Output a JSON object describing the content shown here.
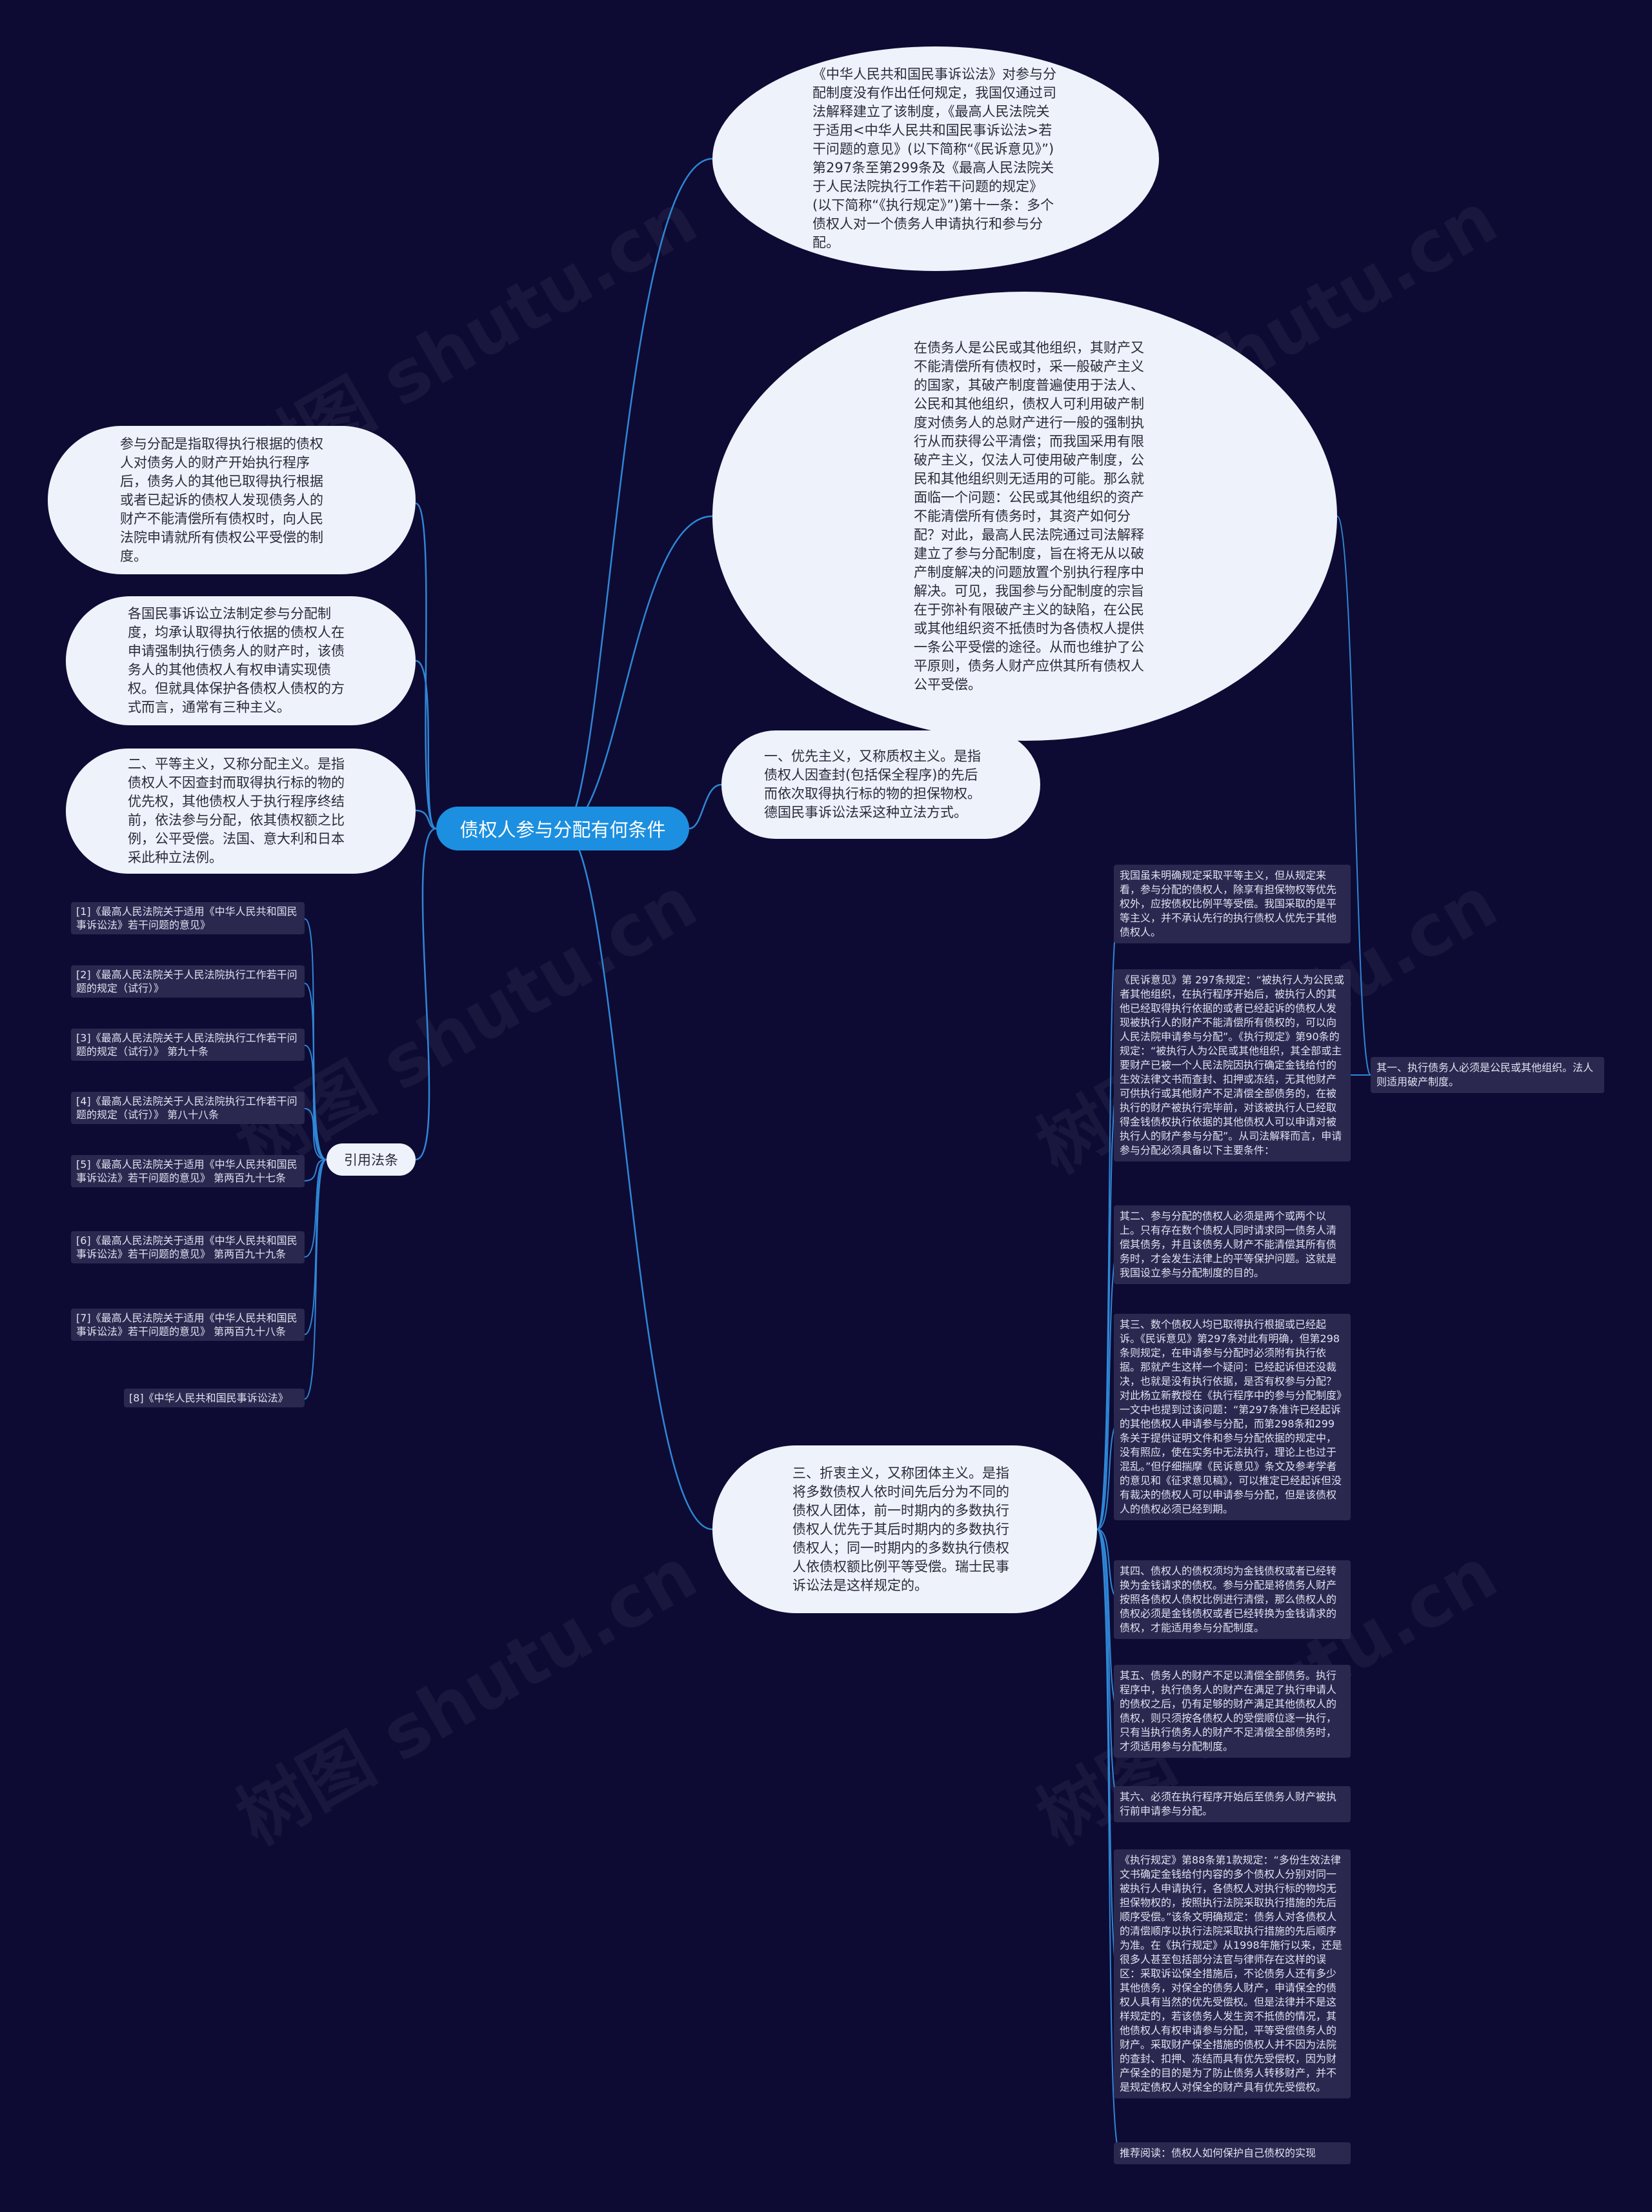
{
  "watermark_text": "树图 shutu.cn",
  "root": {
    "label": "债权人参与分配有何条件"
  },
  "right_top_bubble": {
    "text": "《中华人民共和国民事诉讼法》对参与分配制度没有作出任何规定，我国仅通过司法解释建立了该制度，《最高人民法院关于适用<中华人民共和国民事诉讼法>若干问题的意见》(以下简称“《民诉意见》”)第297条至第299条及《最高人民法院关于人民法院执行工作若干问题的规定》(以下简称“《执行规定》”)第十一条：多个债权人对一个债务人申请执行和参与分配。"
  },
  "right_big_bubble": {
    "text": "在债务人是公民或其他组织，其财产又不能清偿所有债权时，采一般破产主义的国家，其破产制度普遍使用于法人、公民和其他组织，债权人可利用破产制度对债务人的总财产进行一般的强制执行从而获得公平清偿；而我国采用有限破产主义，仅法人可使用破产制度，公民和其他组织则无适用的可能。那么就面临一个问题：公民或其他组织的资产不能清偿所有债务时，其资产如何分配？对此，最高人民法院通过司法解释建立了参与分配制度，旨在将无从以破产制度解决的问题放置个别执行程序中解决。可见，我国参与分配制度的宗旨在于弥补有限破产主义的缺陷，在公民或其他组织资不抵债时为各债权人提供一条公平受偿的途径。从而也维护了公平原则，债务人财产应供其所有债权人公平受偿。"
  },
  "right_first_bubble": {
    "text": "一、优先主义，又称质权主义。是指债权人因查封(包括保全程序)的先后而依次取得执行标的物的担保物权。德国民事诉讼法采这种立法方式。"
  },
  "right_third_bubble": {
    "text": "三、折衷主义，又称团体主义。是指将多数债权人依时间先后分为不同的债权人团体，前一时期内的多数执行债权人优先于其后时期内的多数执行债权人；同一时期内的多数执行债权人依债权额比例平等受偿。瑞士民事诉讼法是这样规定的。"
  },
  "left_bubbles": [
    {
      "text": "参与分配是指取得执行根据的债权人对债务人的财产开始执行程序后，债务人的其他已取得执行根据或者已起诉的债权人发现债务人的财产不能清偿所有债权时，向人民法院申请就所有债权公平受偿的制度。"
    },
    {
      "text": "各国民事诉讼立法制定参与分配制度，均承认取得执行依据的债权人在申请强制执行债务人的财产时，该债务人的其他债权人有权申请实现债权。但就具体保护各债权人债权的方式而言，通常有三种主义。"
    },
    {
      "text": "二、平等主义，又称分配主义。是指债权人不因查封而取得执行标的物的优先权，其他债权人于执行程序终结前，依法参与分配，依其债权额之比例，公平受偿。法国、意大利和日本采此种立法例。"
    }
  ],
  "reference": {
    "label": "引用法条",
    "items": [
      "[1]《最高人民法院关于适用《中华人民共和国民事诉讼法》若干问题的意见》",
      "[2]《最高人民法院关于人民法院执行工作若干问题的规定（试行）》",
      "[3]《最高人民法院关于人民法院执行工作若干问题的规定（试行）》 第九十条",
      "[4]《最高人民法院关于人民法院执行工作若干问题的规定（试行）》 第八十八条",
      "[5]《最高人民法院关于适用《中华人民共和国民事诉讼法》若干问题的意见》 第两百九十七条",
      "[6]《最高人民法院关于适用《中华人民共和国民事诉讼法》若干问题的意见》 第两百九十九条",
      "[7]《最高人民法院关于适用《中华人民共和国民事诉讼法》若干问题的意见》 第两百九十八条",
      "[8]《中华人民共和国民事诉讼法》"
    ]
  },
  "notes": [
    "我国虽未明确规定采取平等主义，但从规定来看，参与分配的债权人，除享有担保物权等优先权外，应按债权比例平等受偿。我国采取的是平等主义，并不承认先行的执行债权人优先于其他债权人。",
    "《民诉意见》第 297条规定：“被执行人为公民或者其他组织，在执行程序开始后，被执行人的其他已经取得执行依据的或者已经起诉的债权人发现被执行人的财产不能清偿所有债权的，可以向人民法院申请参与分配”。《执行规定》第90条的规定：“被执行人为公民或其他组织，其全部或主要财产已被一个人民法院因执行确定金钱给付的生效法律文书而查封、扣押或冻结，无其他财产可供执行或其他财产不足清偿全部债务的，在被执行的财产被执行完毕前，对该被执行人已经取得金钱债权执行依据的其他债权人可以申请对被执行人的财产参与分配”。从司法解释而言，申请参与分配必须具备以下主要条件：",
    "其二、参与分配的债权人必须是两个或两个以上。只有存在数个债权人同时请求同一债务人清偿其债务，并且该债务人财产不能清偿其所有债务时，才会发生法律上的平等保护问题。这就是我国设立参与分配制度的目的。",
    "其三、数个债权人均已取得执行根据或已经起诉。《民诉意见》第297条对此有明确，但第298条则规定，在申请参与分配时必须附有执行依据。那就产生这样一个疑问：已经起诉但还没裁决，也就是没有执行依据，是否有权参与分配？对此杨立新教授在《执行程序中的参与分配制度》一文中也提到过该问题：“第297条准许已经起诉的其他债权人申请参与分配，而第298条和299条关于提供证明文件和参与分配依据的规定中，没有照应，使在实务中无法执行，理论上也过于混乱。”但仔细揣摩《民诉意见》条文及参考学者的意见和《征求意见稿》，可以推定已经起诉但没有裁决的债权人可以申请参与分配，但是该债权人的债权必须已经到期。",
    "其四、债权人的债权须均为金钱债权或者已经转换为金钱请求的债权。参与分配是将债务人财产按照各债权人债权比例进行清偿，那么债权人的债权必须是金钱债权或者已经转换为金钱请求的债权，才能适用参与分配制度。",
    "其五、债务人的财产不足以清偿全部债务。执行程序中，执行债务人的财产在满足了执行申请人的债权之后，仍有足够的财产满足其他债权人的债权，则只须按各债权人的受偿顺位逐一执行，只有当执行债务人的财产不足清偿全部债务时，才须适用参与分配制度。",
    "其六、必须在执行程序开始后至债务人财产被执行前申请参与分配。",
    "《执行规定》第88条第1款规定：“多份生效法律文书确定金钱给付内容的多个债权人分别对同一被执行人申请执行，各债权人对执行标的物均无担保物权的，按照执行法院采取执行措施的先后顺序受偿。”该条文明确规定：债务人对各债权人的清偿顺序以执行法院采取执行措施的先后顺序为准。在《执行规定》从1998年施行以来，还是很多人甚至包括部分法官与律师存在这样的误区：采取诉讼保全措施后，不论债务人还有多少其他债务，对保全的债务人财产，申请保全的债权人具有当然的优先受偿权。但是法律并不是这样规定的，若该债务人发生资不抵债的情况，其他债权人有权申请参与分配，平等受偿债务人的财产。采取财产保全措施的债权人并不因为法院的查封、扣押、冻结而具有优先受偿权，因为财产保全的目的是为了防止债务人转移财产，并不是规定债权人对保全的财产具有优先受偿权。",
    "推荐阅读：债权人如何保护自己债权的实现"
  ],
  "side_note": "其一、执行债务人必须是公民或其他组织。法人则适用破产制度。",
  "colors": {
    "background": "#0d0b33",
    "node": "#eef2fb",
    "root": "#1c8fe0",
    "link": "#2f86d6",
    "note_bg": "#2b2850"
  }
}
